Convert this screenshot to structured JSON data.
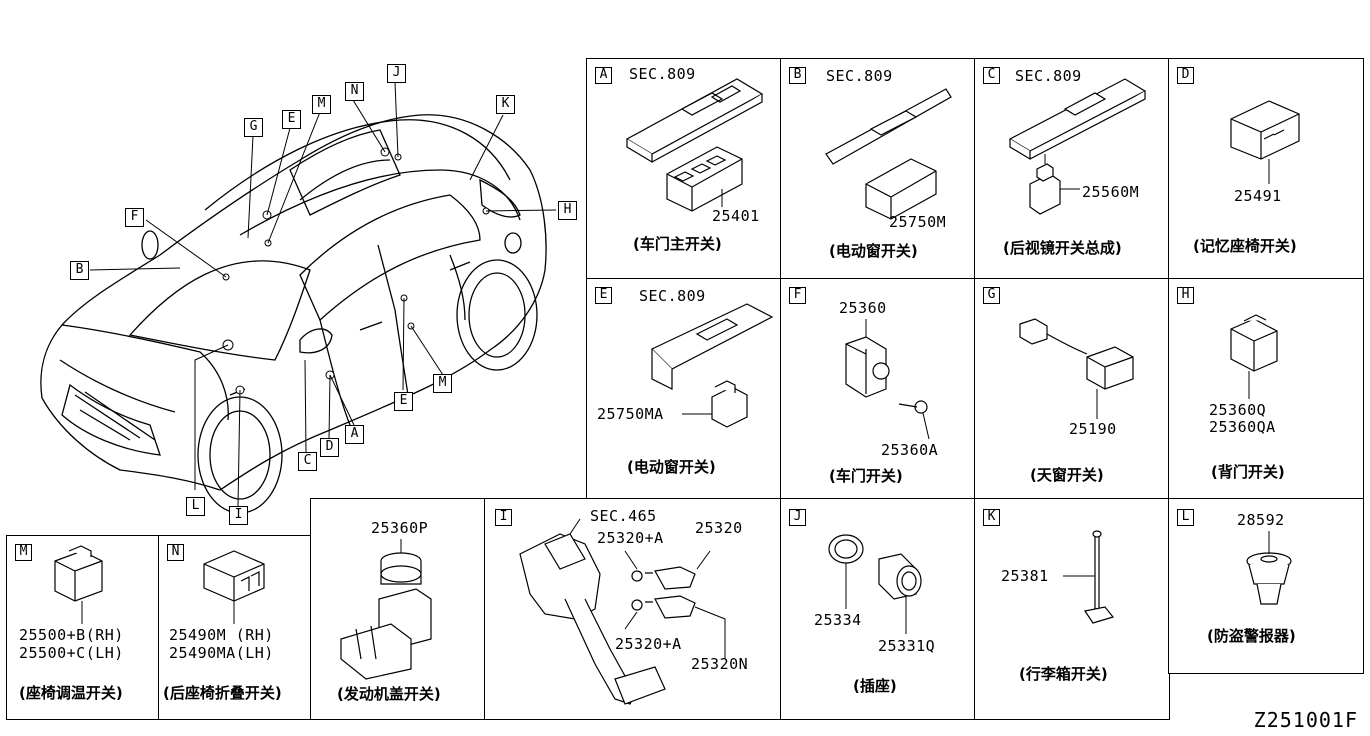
{
  "diagram_code": "Z251001F",
  "car_callouts": [
    "A",
    "B",
    "C",
    "D",
    "E",
    "F",
    "G",
    "H",
    "I",
    "J",
    "K",
    "L",
    "M",
    "N",
    "E"
  ],
  "cells": {
    "A": {
      "tag": "A",
      "ref": "SEC.809",
      "parts": [
        "25401"
      ],
      "caption": "(车门主开关)"
    },
    "B": {
      "tag": "B",
      "ref": "SEC.809",
      "parts": [
        "25750M"
      ],
      "caption": "(电动窗开关)"
    },
    "C": {
      "tag": "C",
      "ref": "SEC.809",
      "parts": [
        "25560M"
      ],
      "caption": "(后视镜开关总成)"
    },
    "D": {
      "tag": "D",
      "parts": [
        "25491"
      ],
      "caption": "(记忆座椅开关)"
    },
    "E": {
      "tag": "E",
      "ref": "SEC.809",
      "parts": [
        "25750MA"
      ],
      "caption": "(电动窗开关)"
    },
    "F": {
      "tag": "F",
      "parts": [
        "25360",
        "25360A"
      ],
      "caption": "(车门开关)"
    },
    "G": {
      "tag": "G",
      "parts": [
        "25190"
      ],
      "caption": "(天窗开关)"
    },
    "H": {
      "tag": "H",
      "parts": [
        "25360Q",
        "25360QA"
      ],
      "caption": "(背门开关)"
    },
    "M": {
      "tag": "M",
      "parts": [
        "25500+B(RH)",
        "25500+C(LH)"
      ],
      "caption": "(座椅调温开关)"
    },
    "N": {
      "tag": "N",
      "parts": [
        "25490M (RH)",
        "25490MA(LH)"
      ],
      "caption": "(后座椅折叠开关)"
    },
    "P": {
      "parts": [
        "25360P"
      ],
      "caption": "(发动机盖开关)"
    },
    "I": {
      "tag": "I",
      "ref": "SEC.465",
      "parts": [
        "25320+A",
        "25320",
        "25320+A",
        "25320N"
      ]
    },
    "J": {
      "tag": "J",
      "parts": [
        "25334",
        "25331Q"
      ],
      "caption": "(插座)"
    },
    "K": {
      "tag": "K",
      "parts": [
        "25381"
      ],
      "caption": "(行李箱开关)"
    },
    "L": {
      "tag": "L",
      "parts": [
        "28592"
      ],
      "caption": "(防盗警报器)"
    }
  }
}
